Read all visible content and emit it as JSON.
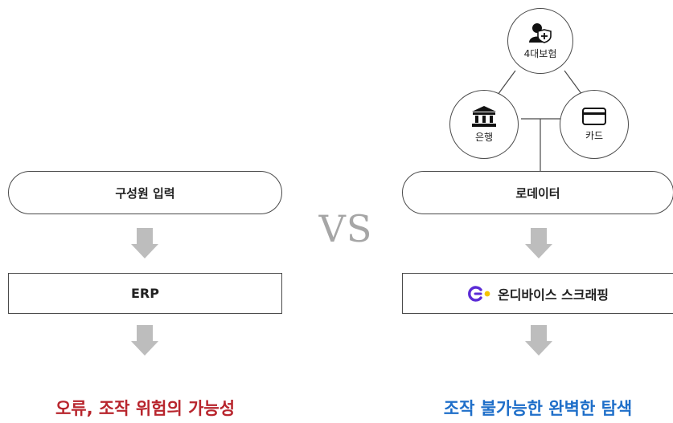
{
  "left": {
    "input_label": "구성원 입력",
    "system_label": "ERP",
    "conclusion": "오류, 조작 위험의 가능성"
  },
  "vs_label": "VS",
  "right": {
    "sources": [
      {
        "label": "4대보험",
        "icon": "person-shield-icon"
      },
      {
        "label": "은행",
        "icon": "bank-icon"
      },
      {
        "label": "카드",
        "icon": "card-icon"
      }
    ],
    "input_label": "로데이터",
    "system_label": "온디바이스 스크래핑",
    "conclusion": "조작 불가능한 완벽한 탐색"
  },
  "colors": {
    "left_conclusion": "#b8252d",
    "right_conclusion": "#1f6fc9",
    "arrow": "#bdbdbd",
    "border": "#4a4a4a",
    "vs": "#a6a6a6",
    "logo_purple": "#5b2bd6",
    "logo_yellow": "#f5c400"
  }
}
